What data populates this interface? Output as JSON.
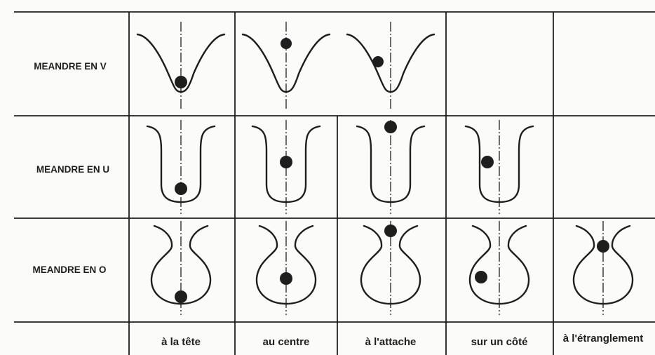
{
  "rows": [
    {
      "label": "MEANDRE EN V",
      "shape": "V"
    },
    {
      "label": "MEANDRE EN U",
      "shape": "U"
    },
    {
      "label": "MEANDRE EN O",
      "shape": "O"
    }
  ],
  "columns": [
    {
      "label": "à la tête"
    },
    {
      "label": "au centre"
    },
    {
      "label": "à l'attache"
    },
    {
      "label": "sur un côté"
    },
    {
      "label": "à l'étranglement"
    }
  ],
  "cells": [
    [
      "tete",
      "attache",
      "cote",
      null,
      null
    ],
    [
      "tete",
      "centre",
      "attache",
      "cote",
      null
    ],
    [
      "tete",
      "centre",
      "attache",
      "cote",
      "etranglement"
    ]
  ],
  "colors": {
    "ink": "#1e1e1e",
    "background": "#fbfbf9"
  }
}
